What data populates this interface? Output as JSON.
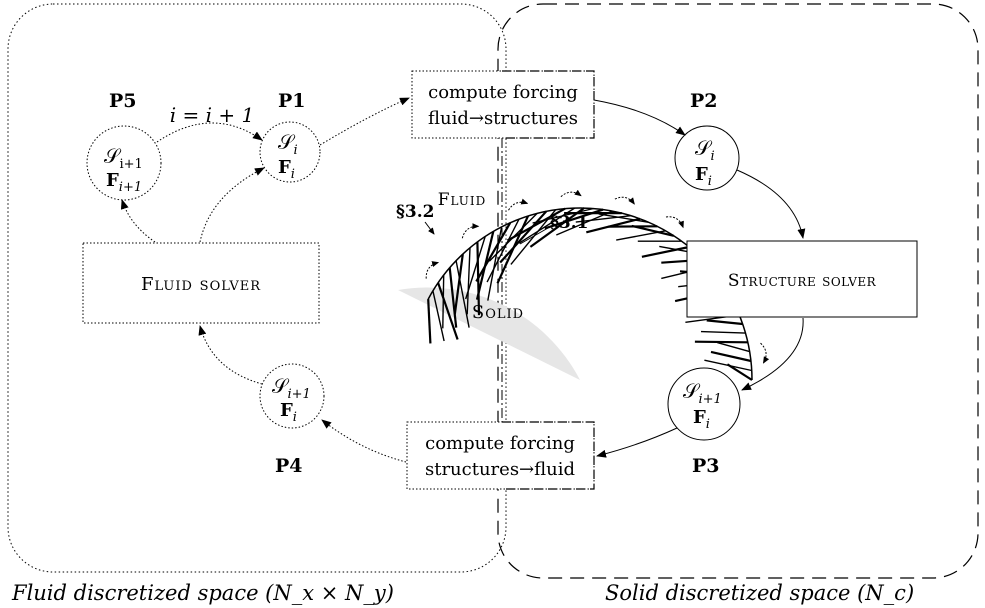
{
  "regions": {
    "fluid_caption": "Fluid discretized space (N_x × N_y)",
    "solid_caption": "Solid discretized space (N_c)"
  },
  "steps": {
    "p1": "P1",
    "p2": "P2",
    "p3": "P3",
    "p4": "P4",
    "p5": "P5"
  },
  "nodes": {
    "p1": {
      "s": "𝒮",
      "s_sub": "i",
      "f": "F",
      "f_sub": "i"
    },
    "p2": {
      "s": "𝒮",
      "s_sub": "i",
      "f": "F",
      "f_sub": "i"
    },
    "p3": {
      "s": "𝒮",
      "s_sub": "i+1",
      "f": "F",
      "f_sub": "i"
    },
    "p4": {
      "s": "𝒮",
      "s_sub": "i+1",
      "f": "F",
      "f_sub": "i"
    },
    "p5": {
      "s": "𝒮",
      "s_sub": "i+1",
      "f": "F",
      "f_sub": "i+1"
    }
  },
  "iteration_label": "i = i + 1",
  "boxes": {
    "force_top_line1": "compute forcing",
    "force_top_line2": "fluid→structures",
    "force_bottom_line1": "compute forcing",
    "force_bottom_line2": "structures→fluid",
    "fluid_solver": "Fluid solver",
    "structure_solver": "Structure solver"
  },
  "center": {
    "fluid_label": "Fluid",
    "solid_label": "Solid",
    "section_a": "§3.2",
    "section_b": "§3.1"
  },
  "colors": {
    "solid_fill": "#e6e6e6",
    "line": "#000000"
  }
}
